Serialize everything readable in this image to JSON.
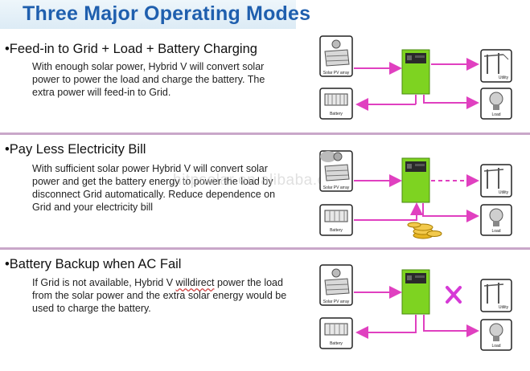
{
  "title": "Three Major Operating Modes",
  "accent": "#1f5fae",
  "flow_color": "#e040c0",
  "inverter_color": "#7ed321",
  "sections": [
    {
      "heading": "•Feed-in to Grid + Load + Battery Charging",
      "text": "With enough solar power, Hybrid V will convert solar power to power the load and charge the battery. The extra power will feed-in to Grid."
    },
    {
      "heading": "•Pay Less Electricity Bill",
      "text": "With sufficient solar power Hybrid V will convert solar power and get the battery energy to power the load by disconnect Grid automatically.  Reduce dependence on Grid and your electricity bill"
    },
    {
      "heading": "•Battery Backup when AC Fail",
      "text_before": "If Grid is not available,  Hybrid V ",
      "text_squiggle": "willdirect",
      "text_after": " power the load from the solar power and the extra solar energy would be used to charge the battery."
    }
  ],
  "labels": {
    "pv": "Solar PV array",
    "battery": "Battery",
    "utility": "Utility",
    "load": "Load"
  },
  "watermark": "hitpsolar.en.alibaba.com",
  "icons": [
    "solar-panel-icon",
    "inverter-icon",
    "battery-icon",
    "utility-pole-icon",
    "light-bulb-icon",
    "coins-icon",
    "cross-icon"
  ]
}
